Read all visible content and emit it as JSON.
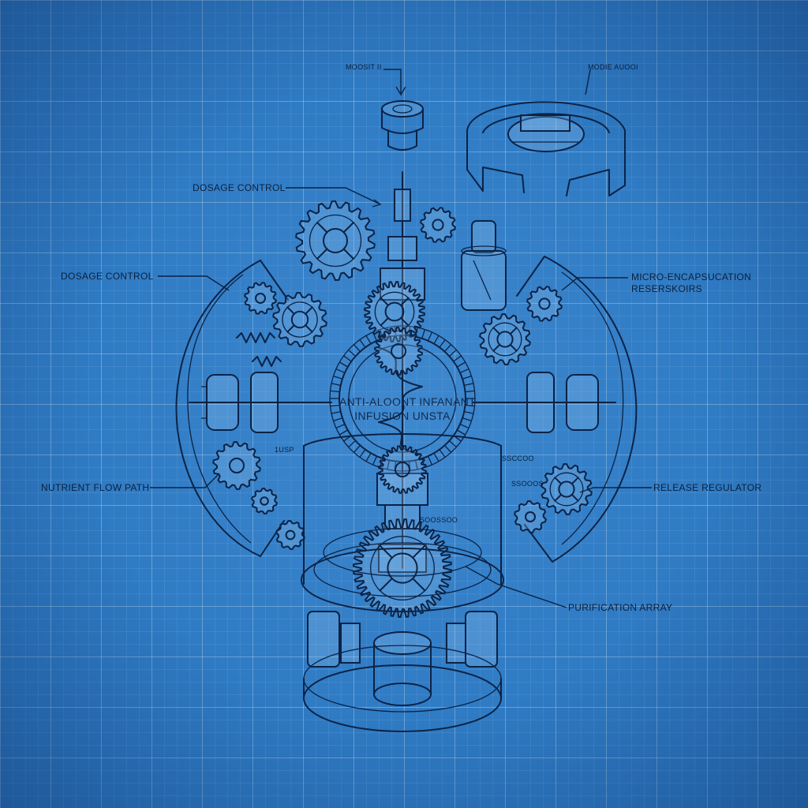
{
  "colors": {
    "background": "#2f7bc4",
    "ink": "#0b2346",
    "highlight": "#cfe7ff"
  },
  "labels": {
    "top_left_callout": "MOOSIT II",
    "top_right_callout": "MODIE AUOOI",
    "dosage_control_upper": "DOSAGE CONTROL",
    "dosage_control_left": "DOSAGE CONTROL",
    "micro_encapsulation": "MICRO-ENCAPSUCATION\nRESERSKOIRS",
    "core_title_line1": "ANTI-ALOONT INFANANT",
    "core_title_line2": "INFUSION UNSTA",
    "nutrient_flow_path": "NUTRIENT FLOW PATH",
    "release_regulator": "RELEASE REGULATOR",
    "purification_array": "PURIFICATION ARRAY",
    "small_code_left": "1USP",
    "small_code_center": "SOOSSOO",
    "small_code_right_1": "SSCCOO",
    "small_code_right_2": "SSOOOS"
  },
  "icons": [
    "gear-icon",
    "spring-icon",
    "shaft-icon",
    "bearing-icon",
    "canister-icon",
    "callout-arrow-icon"
  ]
}
